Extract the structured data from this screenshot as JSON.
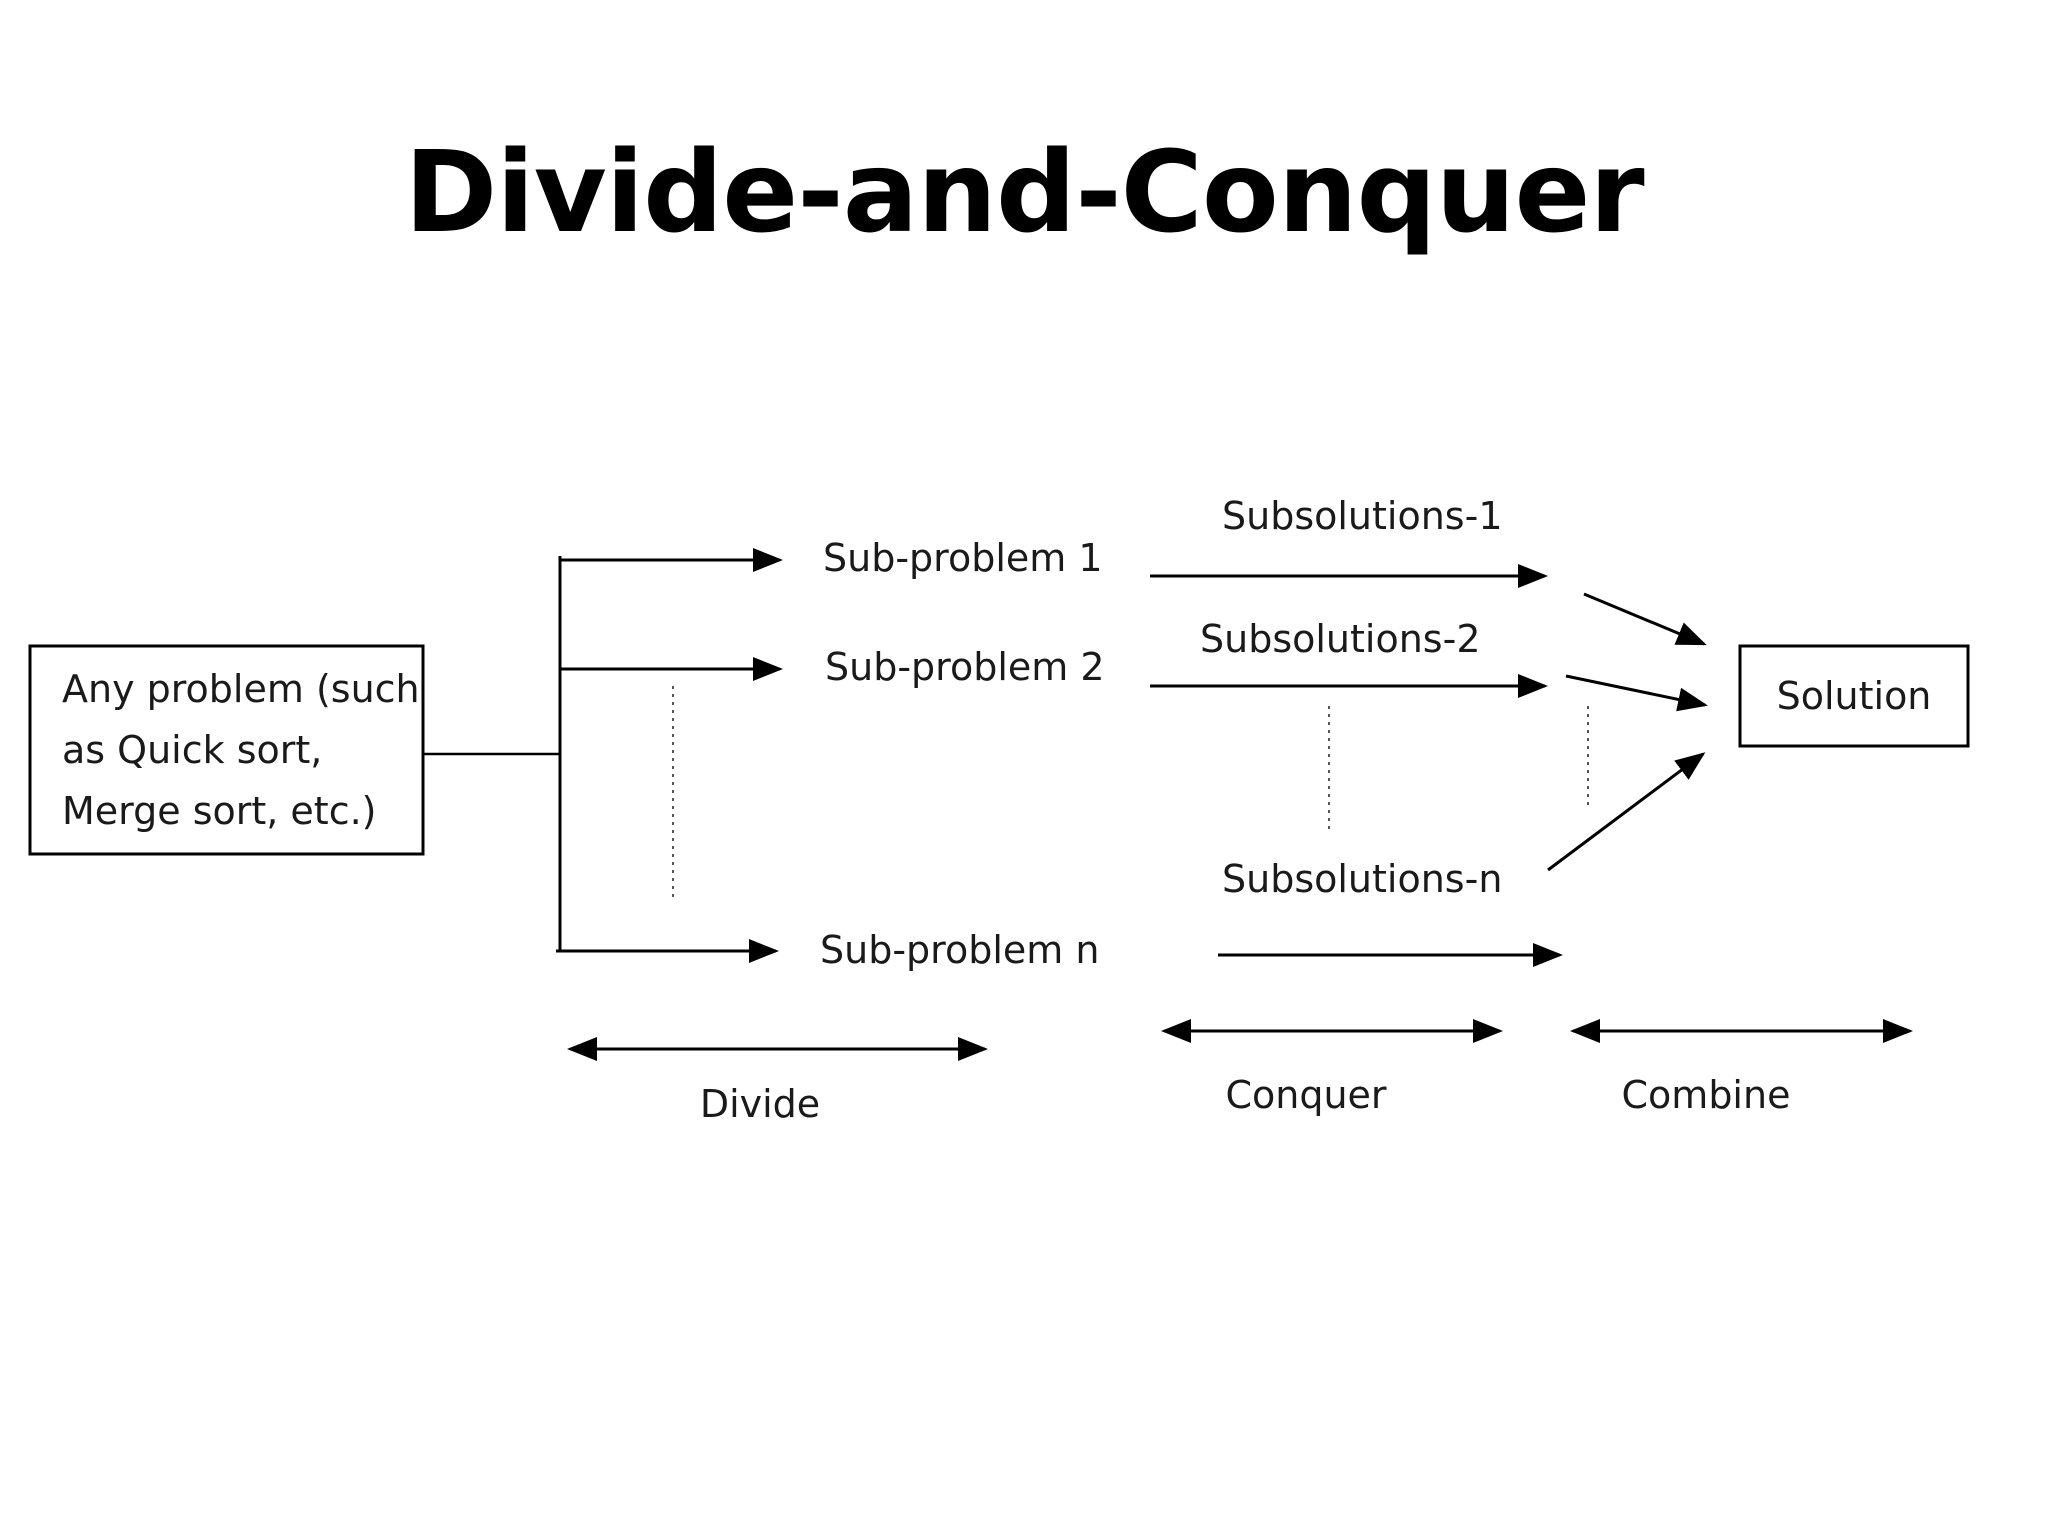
{
  "title": "Divide-and-Conquer",
  "problem_box": {
    "lines": [
      "Any problem (such",
      "as Quick sort,",
      "Merge sort, etc.)"
    ]
  },
  "subproblems": [
    "Sub-problem 1",
    "Sub-problem 2",
    "Sub-problem n"
  ],
  "subsolutions": [
    "Subsolutions-1",
    "Subsolutions-2",
    "Subsolutions-n"
  ],
  "solution_box": {
    "label": "Solution"
  },
  "phases": {
    "divide": "Divide",
    "conquer": "Conquer",
    "combine": "Combine"
  }
}
